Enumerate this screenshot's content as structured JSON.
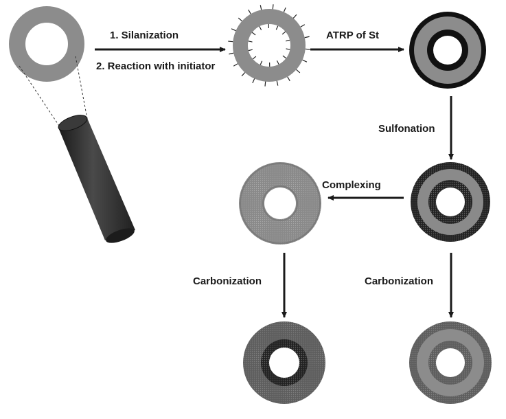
{
  "steps": {
    "step1": "1. Silanization",
    "step2": "2. Reaction with initiator",
    "atrp": "ATRP of St",
    "sulfonation": "Sulfonation",
    "complexing": "Complexing",
    "carbonization_left": "Carbonization",
    "carbonization_right": "Carbonization"
  },
  "colors": {
    "ring_gray": "#8c8c8c",
    "ring_dark": "#111111",
    "tube": "#2e2e2e",
    "arrow": "#1a1a1a"
  }
}
